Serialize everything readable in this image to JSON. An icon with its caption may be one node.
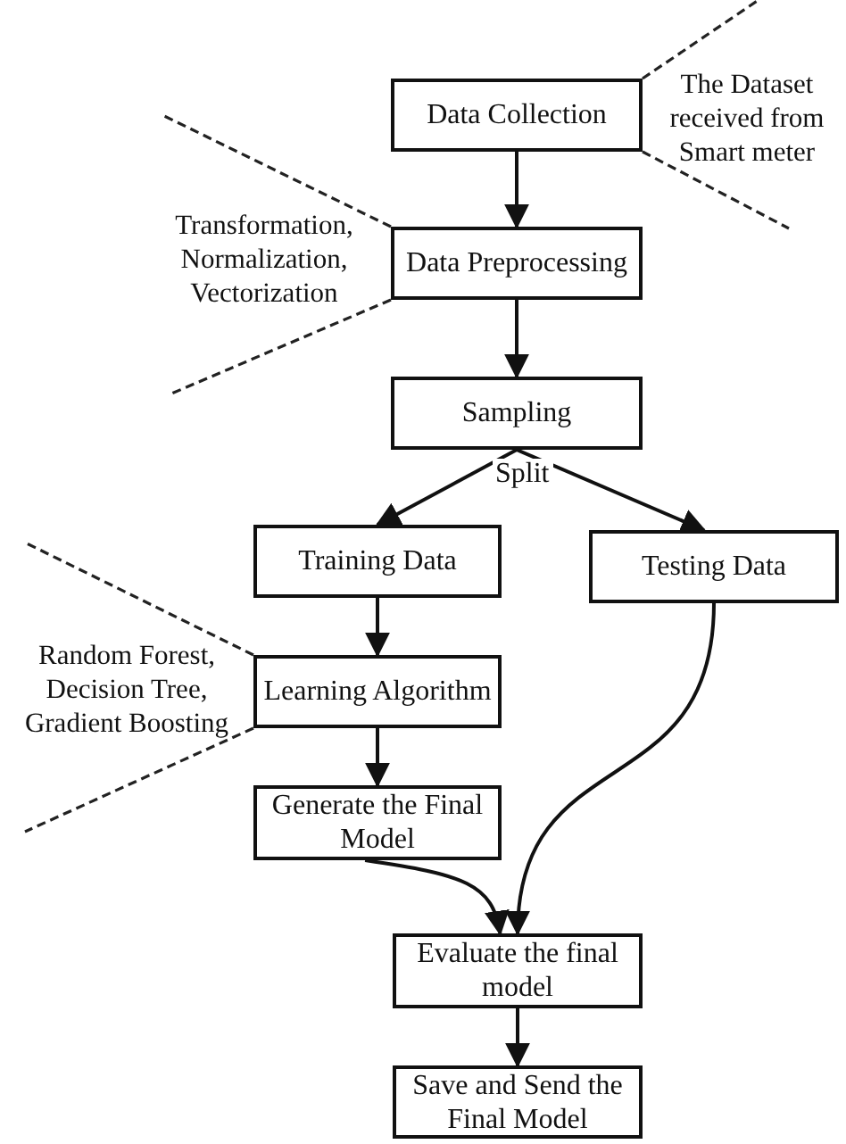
{
  "diagram": {
    "nodes": [
      {
        "text": [
          "Data Collection"
        ],
        "beside": [
          "The Dataset received from Smart meter"
        ]
      },
      {
        "text": [
          "Data Preprocessing"
        ],
        "beside": [
          "Transformation, Normalization, Vectorization"
        ]
      },
      {
        "text": [
          "Sampling"
        ]
      },
      {
        "text": [
          "Training Data"
        ]
      },
      {
        "text": [
          "Testing Data"
        ]
      },
      {
        "text": [
          "Learning Algorithm"
        ],
        "beside": [
          "Random Forest, Decision Tree, Gradient Boosting"
        ]
      },
      {
        "text": [
          "Generate the Final Model"
        ]
      },
      {
        "text": [
          "Evaluate the final model"
        ]
      },
      {
        "text": [
          "Save and Send the Final Model"
        ]
      }
    ],
    "edges": [
      {
        "from": 0,
        "to": 1,
        "arrow": "to"
      },
      {
        "from": 1,
        "to": 2,
        "arrow": "to"
      },
      {
        "from": 2,
        "to": 3,
        "arrow": "to",
        "label": "Split"
      },
      {
        "from": 2,
        "to": 4,
        "arrow": "to"
      },
      {
        "from": 3,
        "to": 5,
        "arrow": "to"
      },
      {
        "from": 5,
        "to": 6,
        "arrow": "to"
      },
      {
        "from": 6,
        "to": 7,
        "arrow": "to"
      },
      {
        "from": 4,
        "to": 7,
        "arrow": "to"
      },
      {
        "from": 7,
        "to": 8,
        "arrow": "to"
      }
    ]
  }
}
